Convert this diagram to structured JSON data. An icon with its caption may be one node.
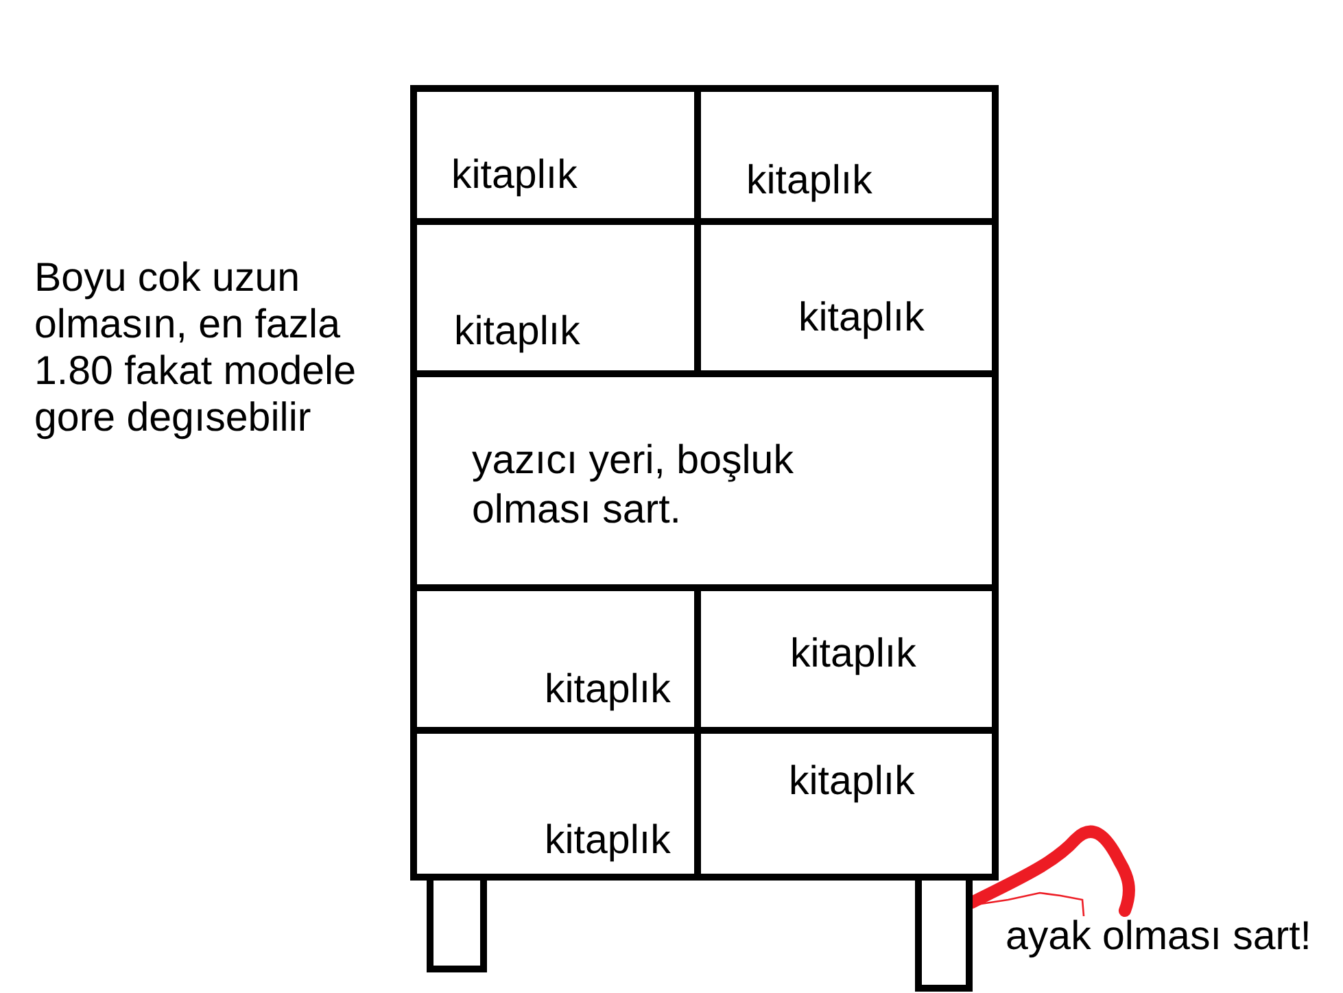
{
  "diagram": {
    "nodes": [
      {
        "text": [],
        "shape": "box"
      },
      {
        "text": [
          "kitaplık"
        ],
        "in": 0
      },
      {
        "text": [
          "kitaplık"
        ],
        "in": 0
      },
      {
        "text": [
          "kitaplık"
        ],
        "in": 0
      },
      {
        "text": [
          "kitaplık"
        ],
        "in": 0
      },
      {
        "text": [
          "yazıcı yeri, boşluk olması sart."
        ],
        "in": 0
      },
      {
        "text": [
          "kitaplık"
        ],
        "in": 0
      },
      {
        "text": [
          "kitaplık"
        ],
        "in": 0
      },
      {
        "text": [
          "kitaplık"
        ],
        "in": 0
      },
      {
        "text": [
          "kitaplık"
        ],
        "in": 0
      },
      {
        "text": [],
        "shape": "box"
      },
      {
        "text": [
          "ayak olması sart!"
        ]
      }
    ],
    "edges": [
      {
        "from": 11,
        "to": 10,
        "arrow": "none",
        "color": "#ed1c24"
      }
    ],
    "labels": [
      "Boyu cok uzun olmasın, en fazla 1.80 fakat modele gore degısebilir"
    ]
  }
}
